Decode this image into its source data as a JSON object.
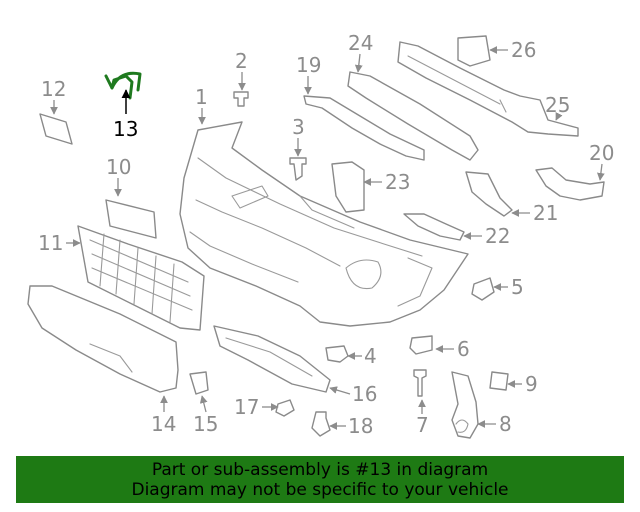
{
  "callouts": {
    "c1": "1",
    "c2": "2",
    "c3": "3",
    "c4": "4",
    "c5": "5",
    "c6": "6",
    "c7": "7",
    "c8": "8",
    "c9": "9",
    "c10": "10",
    "c11": "11",
    "c12": "12",
    "c13": "13",
    "c14": "14",
    "c15": "15",
    "c16": "16",
    "c17": "17",
    "c18": "18",
    "c19": "19",
    "c20": "20",
    "c21": "21",
    "c22": "22",
    "c23": "23",
    "c24": "24",
    "c25": "25",
    "c26": "26"
  },
  "highlighted_part": "13",
  "colors": {
    "highlight": "#1e7a14",
    "line": "#8c8c8c"
  },
  "banner": {
    "line1": "Part or sub-assembly is #13 in diagram",
    "line2": "Diagram may not be specific to your vehicle"
  }
}
